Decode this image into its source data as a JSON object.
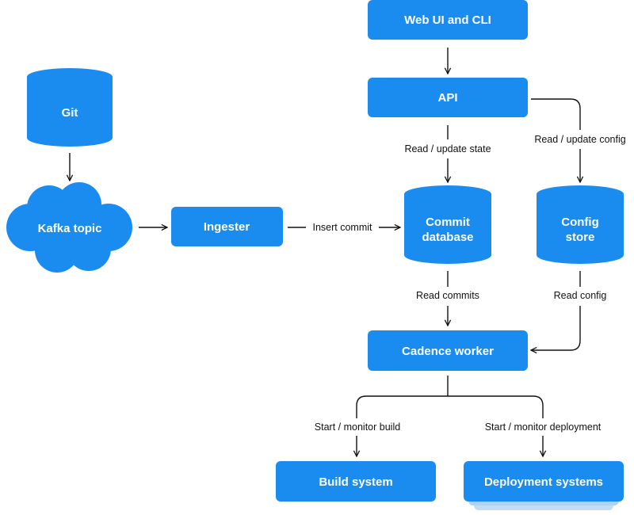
{
  "colors": {
    "node_fill": "#1a8cf0",
    "shadow_fill": "#c4dcf7",
    "edge_stroke": "#111111",
    "label_text": "#ffffff",
    "edge_text": "#111111"
  },
  "nodes": {
    "web_ui_cli": "Web UI and CLI",
    "api": "API",
    "git": "Git",
    "kafka_topic": "Kafka topic",
    "ingester": "Ingester",
    "commit_database": [
      "Commit",
      "database"
    ],
    "config_store": [
      "Config",
      "store"
    ],
    "cadence_worker": "Cadence worker",
    "build_system": "Build system",
    "deployment_systems": "Deployment systems"
  },
  "edges": {
    "read_update_state": "Read / update state",
    "read_update_config": "Read / update config",
    "insert_commit": "Insert commit",
    "read_commits": "Read commits",
    "read_config": "Read config",
    "start_monitor_build": "Start / monitor build",
    "start_monitor_deployment": "Start / monitor deployment"
  }
}
